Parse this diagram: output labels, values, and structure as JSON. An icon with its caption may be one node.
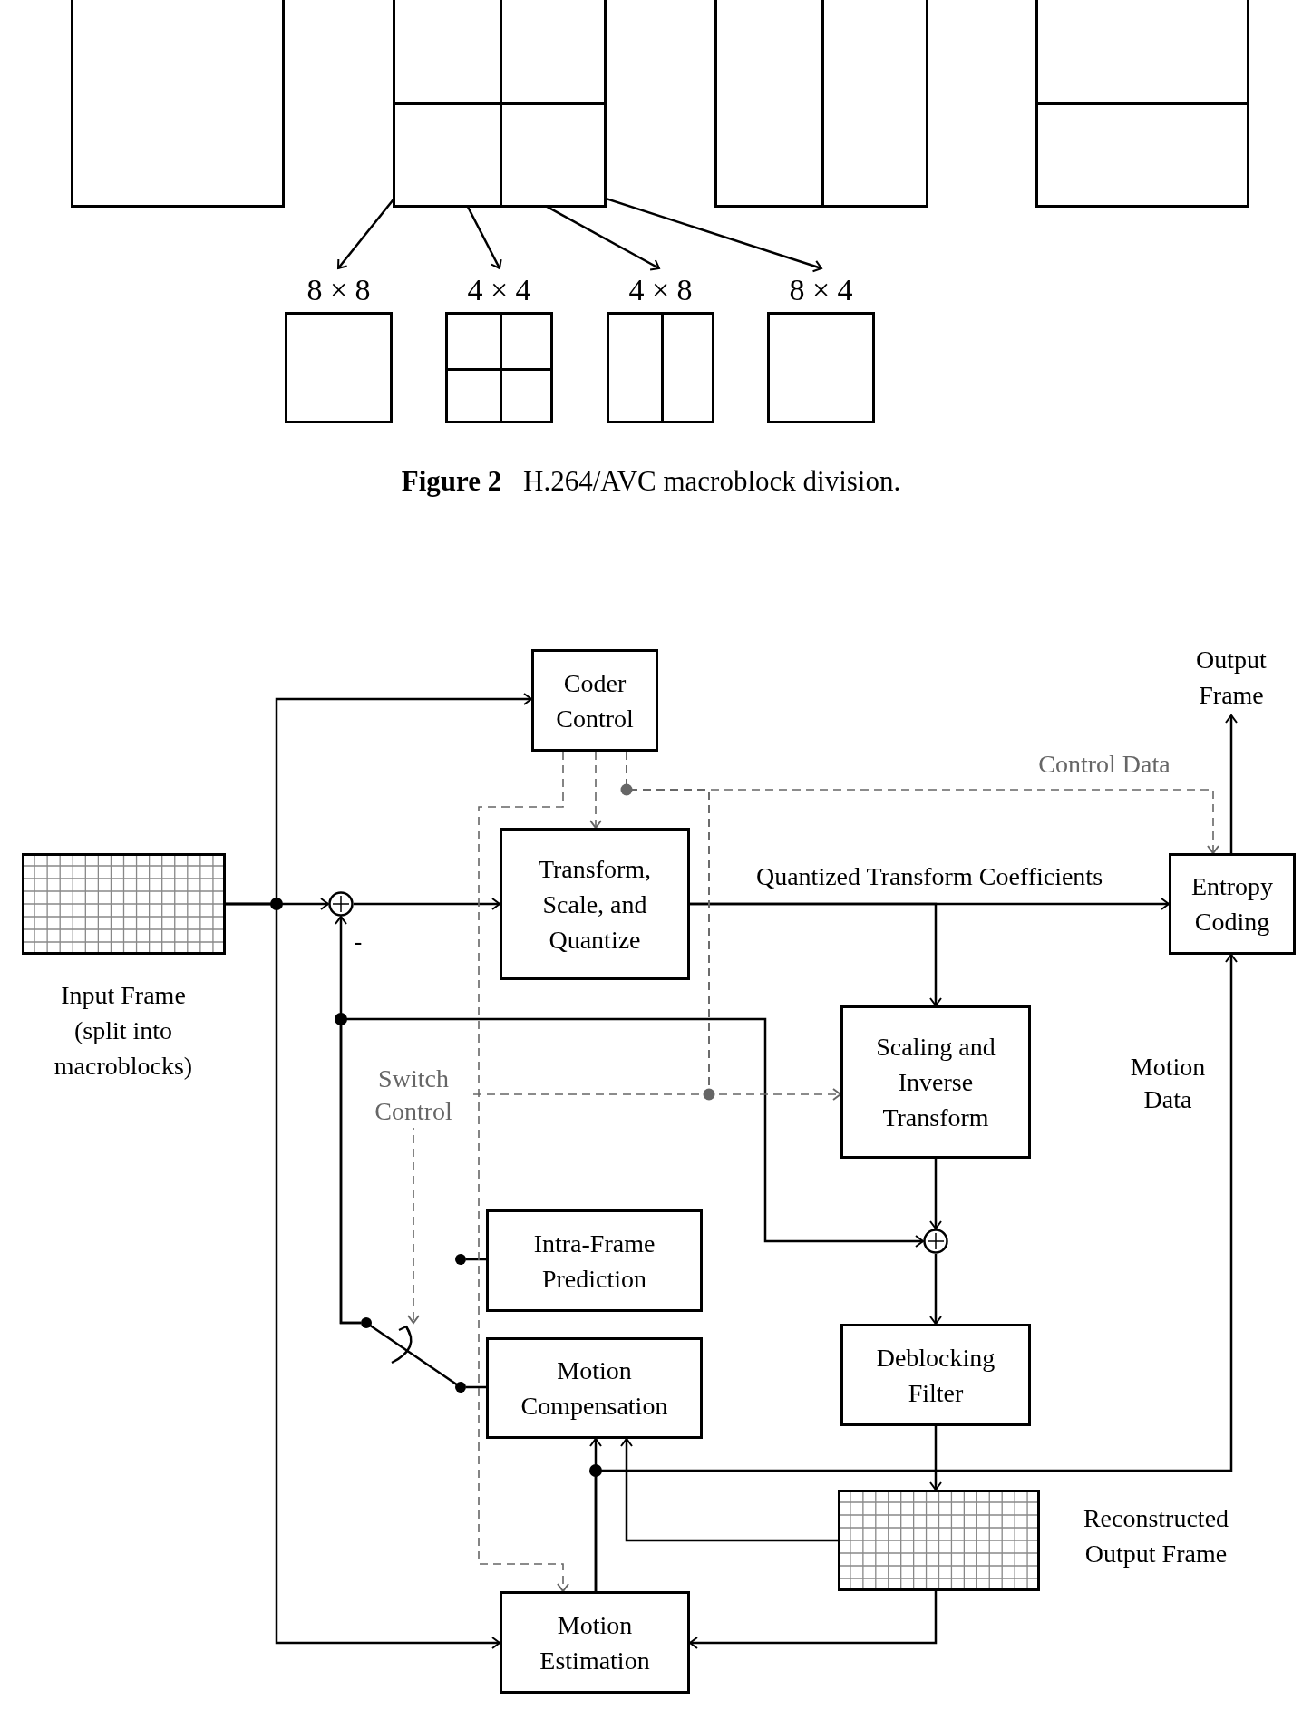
{
  "diagram": {
    "caption": "**Figure 2** H.264/AVC macroblock division.",
    "nodes": [
      {
        "text": [],
        "shape": "box"
      },
      {
        "text": [],
        "shape": "box"
      },
      {
        "text": [],
        "shape": "box"
      },
      {
        "text": [],
        "shape": "box"
      },
      {
        "text": [
          "8 × 8"
        ]
      },
      {
        "text": [
          "4 × 4"
        ]
      },
      {
        "text": [
          "4 × 8"
        ]
      },
      {
        "text": [
          "8 × 4"
        ]
      },
      {
        "text": [
          "Coder Control"
        ]
      },
      {
        "text": [],
        "shape": "grid",
        "beside": [
          "Input Frame (split into macroblocks)"
        ]
      },
      {
        "text": [],
        "shape": "circle"
      },
      {
        "text": [
          "Transform, Scale, and Quantize"
        ]
      },
      {
        "text": [
          "Entropy Coding"
        ]
      },
      {
        "text": [
          "Output Frame"
        ]
      },
      {
        "text": [
          "Scaling and Inverse Transform"
        ]
      },
      {
        "text": [],
        "shape": "circle"
      },
      {
        "text": [
          "Intra-Frame Prediction"
        ]
      },
      {
        "text": [
          "Motion Compensation"
        ]
      },
      {
        "text": [
          "Deblocking Filter"
        ]
      },
      {
        "text": [],
        "shape": "grid",
        "beside": [
          "Reconstructed Output Frame"
        ]
      },
      {
        "text": [
          "Motion Estimation"
        ]
      },
      {
        "text": [],
        "shape": "switch"
      }
    ],
    "edges": [
      {
        "from": 1,
        "to": 4,
        "arrow": "to"
      },
      {
        "from": 1,
        "to": 5,
        "arrow": "to"
      },
      {
        "from": 1,
        "to": 6,
        "arrow": "to"
      },
      {
        "from": 1,
        "to": 7,
        "arrow": "to"
      },
      {
        "from": 9,
        "to": 10,
        "arrow": "to"
      },
      {
        "from": 9,
        "to": 8,
        "arrow": "to"
      },
      {
        "from": 9,
        "to": 20,
        "arrow": "to"
      },
      {
        "from": 10,
        "to": 11,
        "arrow": "to"
      },
      {
        "from": 11,
        "to": 12,
        "arrow": "to",
        "label": "Quantized Transform Coefficients"
      },
      {
        "from": 11,
        "to": 14,
        "arrow": "to"
      },
      {
        "from": 12,
        "to": 13,
        "arrow": "to"
      },
      {
        "from": 14,
        "to": 15,
        "arrow": "to"
      },
      {
        "from": 15,
        "to": 18,
        "arrow": "to"
      },
      {
        "from": 18,
        "to": 19,
        "arrow": "to"
      },
      {
        "from": 19,
        "to": 17,
        "arrow": "to"
      },
      {
        "from": 19,
        "to": 20,
        "arrow": "to"
      },
      {
        "from": 20,
        "to": 17,
        "arrow": "to"
      },
      {
        "from": 20,
        "to": 12,
        "arrow": "to",
        "label": "Motion Data"
      },
      {
        "from": 21,
        "to": 10,
        "arrow": "to"
      },
      {
        "from": 21,
        "to": 15,
        "arrow": "to"
      },
      {
        "from": 16,
        "to": 21,
        "arrow": "none"
      },
      {
        "from": 17,
        "to": 21,
        "arrow": "none"
      },
      {
        "from": 8,
        "to": 11,
        "arrow": "to",
        "style": "dashed",
        "color": "#666666"
      },
      {
        "from": 8,
        "to": 20,
        "arrow": "to",
        "style": "dashed",
        "color": "#666666"
      },
      {
        "from": 8,
        "to": 12,
        "arrow": "to",
        "style": "dashed",
        "color": "#666666",
        "label": "Control Data"
      },
      {
        "from": 8,
        "to": 14,
        "arrow": "to",
        "style": "dashed",
        "color": "#666666"
      },
      {
        "from": 8,
        "to": 21,
        "arrow": "to",
        "style": "dashed",
        "color": "#666666",
        "label": "Switch Control"
      }
    ],
    "labels": [
      "-"
    ]
  }
}
